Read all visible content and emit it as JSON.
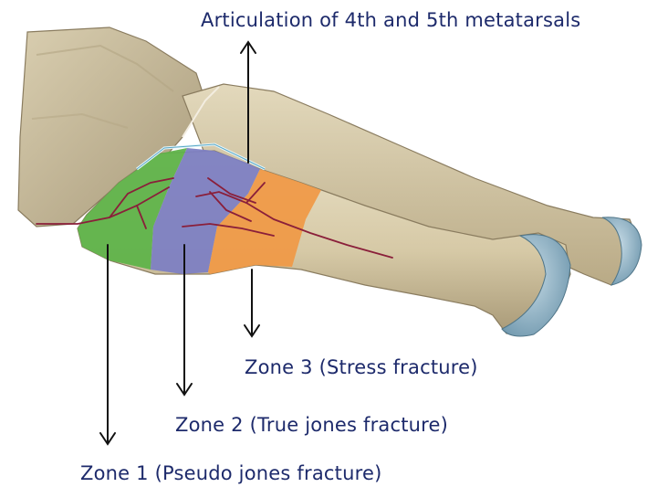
{
  "title": "",
  "labels": {
    "articulation": "Articulation of 4th and 5th metatarsals",
    "zone3": "Zone 3 (Stress fracture)",
    "zone2": "Zone 2 (True jones fracture)",
    "zone1": "Zone 1 (Pseudo jones fracture)"
  },
  "colors": {
    "bone": "#d8ccaa",
    "bone_shadow": "#b8a98a",
    "cartilage": "#8fb4c8",
    "zone1": "#5fb34a",
    "zone2": "#7d7fc2",
    "zone3": "#ef9a48",
    "fracture_line": "#8a1f3a",
    "text": "#1d2a6b"
  }
}
